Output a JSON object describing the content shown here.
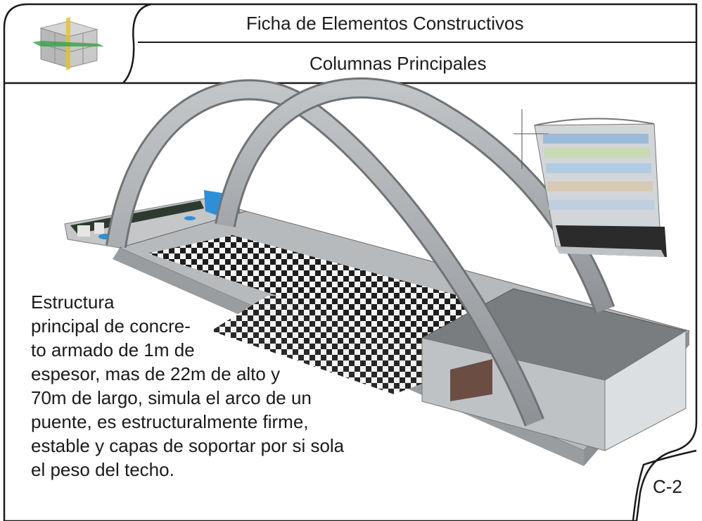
{
  "header": {
    "title": "Ficha de Elementos Constructivos",
    "subtitle": "Columnas Principales",
    "logo_icon": "cube-axes-icon"
  },
  "description_lines": [
    "Estructura",
    "principal de concre-",
    "to armado de 1m de",
    "espesor, mas de 22m de alto y",
    "70m de largo, simula el arco de un",
    "puente, es estructuralmente firme,",
    "estable y capas de soportar por si sola",
    "el peso del techo."
  ],
  "sheet_code": "C-2",
  "colors": {
    "frame": "#1a1a1a",
    "concrete": "#a8acb0",
    "checker_dark": "#1e1e1e",
    "accent_blue": "#2f8fd6"
  }
}
